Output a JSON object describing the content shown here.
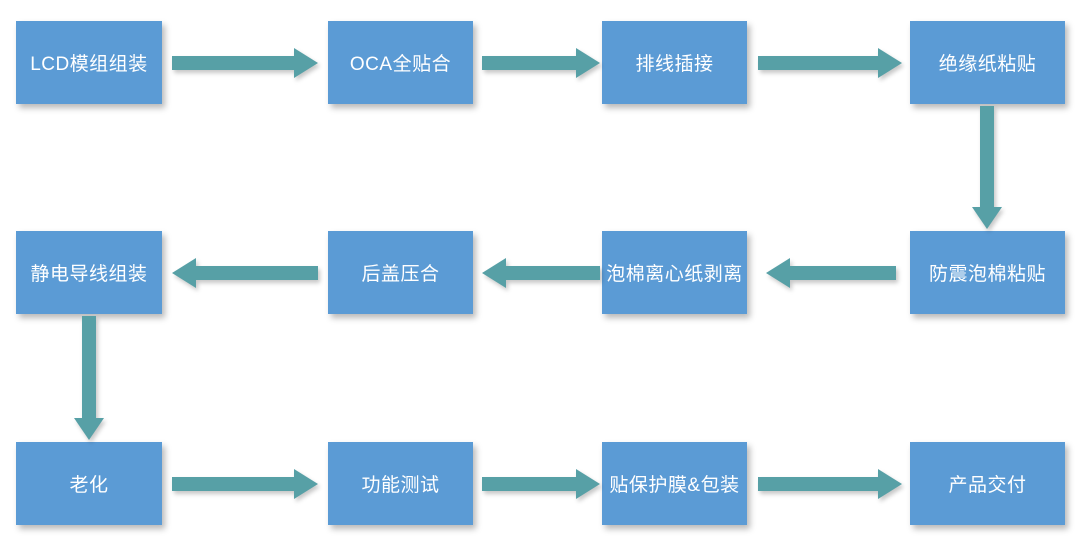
{
  "diagram": {
    "type": "flowchart",
    "colors": {
      "node_fill": "#5B9BD5",
      "node_text": "#FFFFFF",
      "arrow_fill": "#57A0A6",
      "background": "#FFFFFF"
    },
    "nodes": [
      {
        "label": "LCD模组组装"
      },
      {
        "label": "OCA全贴合"
      },
      {
        "label": "排线插接"
      },
      {
        "label": "绝缘纸粘贴"
      },
      {
        "label": "防震泡棉粘贴"
      },
      {
        "label": "泡棉离心纸剥离"
      },
      {
        "label": "后盖压合"
      },
      {
        "label": "静电导线组装"
      },
      {
        "label": "老化"
      },
      {
        "label": "功能测试"
      },
      {
        "label": "贴保护膜&包装"
      },
      {
        "label": "产品交付"
      }
    ],
    "edges": [
      {
        "from": 0,
        "to": 1,
        "direction": "right"
      },
      {
        "from": 1,
        "to": 2,
        "direction": "right"
      },
      {
        "from": 2,
        "to": 3,
        "direction": "right"
      },
      {
        "from": 3,
        "to": 4,
        "direction": "down"
      },
      {
        "from": 4,
        "to": 5,
        "direction": "left"
      },
      {
        "from": 5,
        "to": 6,
        "direction": "left"
      },
      {
        "from": 6,
        "to": 7,
        "direction": "left"
      },
      {
        "from": 7,
        "to": 8,
        "direction": "down"
      },
      {
        "from": 8,
        "to": 9,
        "direction": "right"
      },
      {
        "from": 9,
        "to": 10,
        "direction": "right"
      },
      {
        "from": 10,
        "to": 11,
        "direction": "right"
      }
    ]
  }
}
